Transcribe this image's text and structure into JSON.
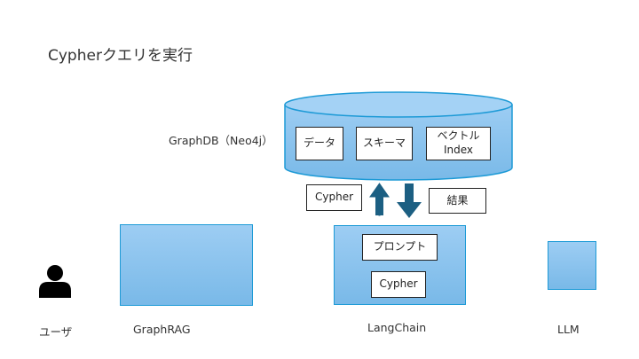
{
  "title": "Cypherクエリを実行",
  "graphdb": {
    "label": "GraphDB（Neo4j）",
    "items": [
      "データ",
      "スキーマ",
      "ベクトル\nIndex"
    ]
  },
  "flow": {
    "query_label": "Cypher",
    "result_label": "結果"
  },
  "langchain": {
    "label": "LangChain",
    "items": [
      "プロンプト",
      "Cypher"
    ]
  },
  "user": {
    "label": "ユーザ",
    "icon": "person-icon"
  },
  "graphrag": {
    "label": "GraphRAG"
  },
  "llm": {
    "label": "LLM"
  },
  "colors": {
    "fill_top": "#9dcdf3",
    "fill_bottom": "#79b9e8",
    "stroke": "#1d9ad6",
    "arrow": "#1c5f82"
  }
}
